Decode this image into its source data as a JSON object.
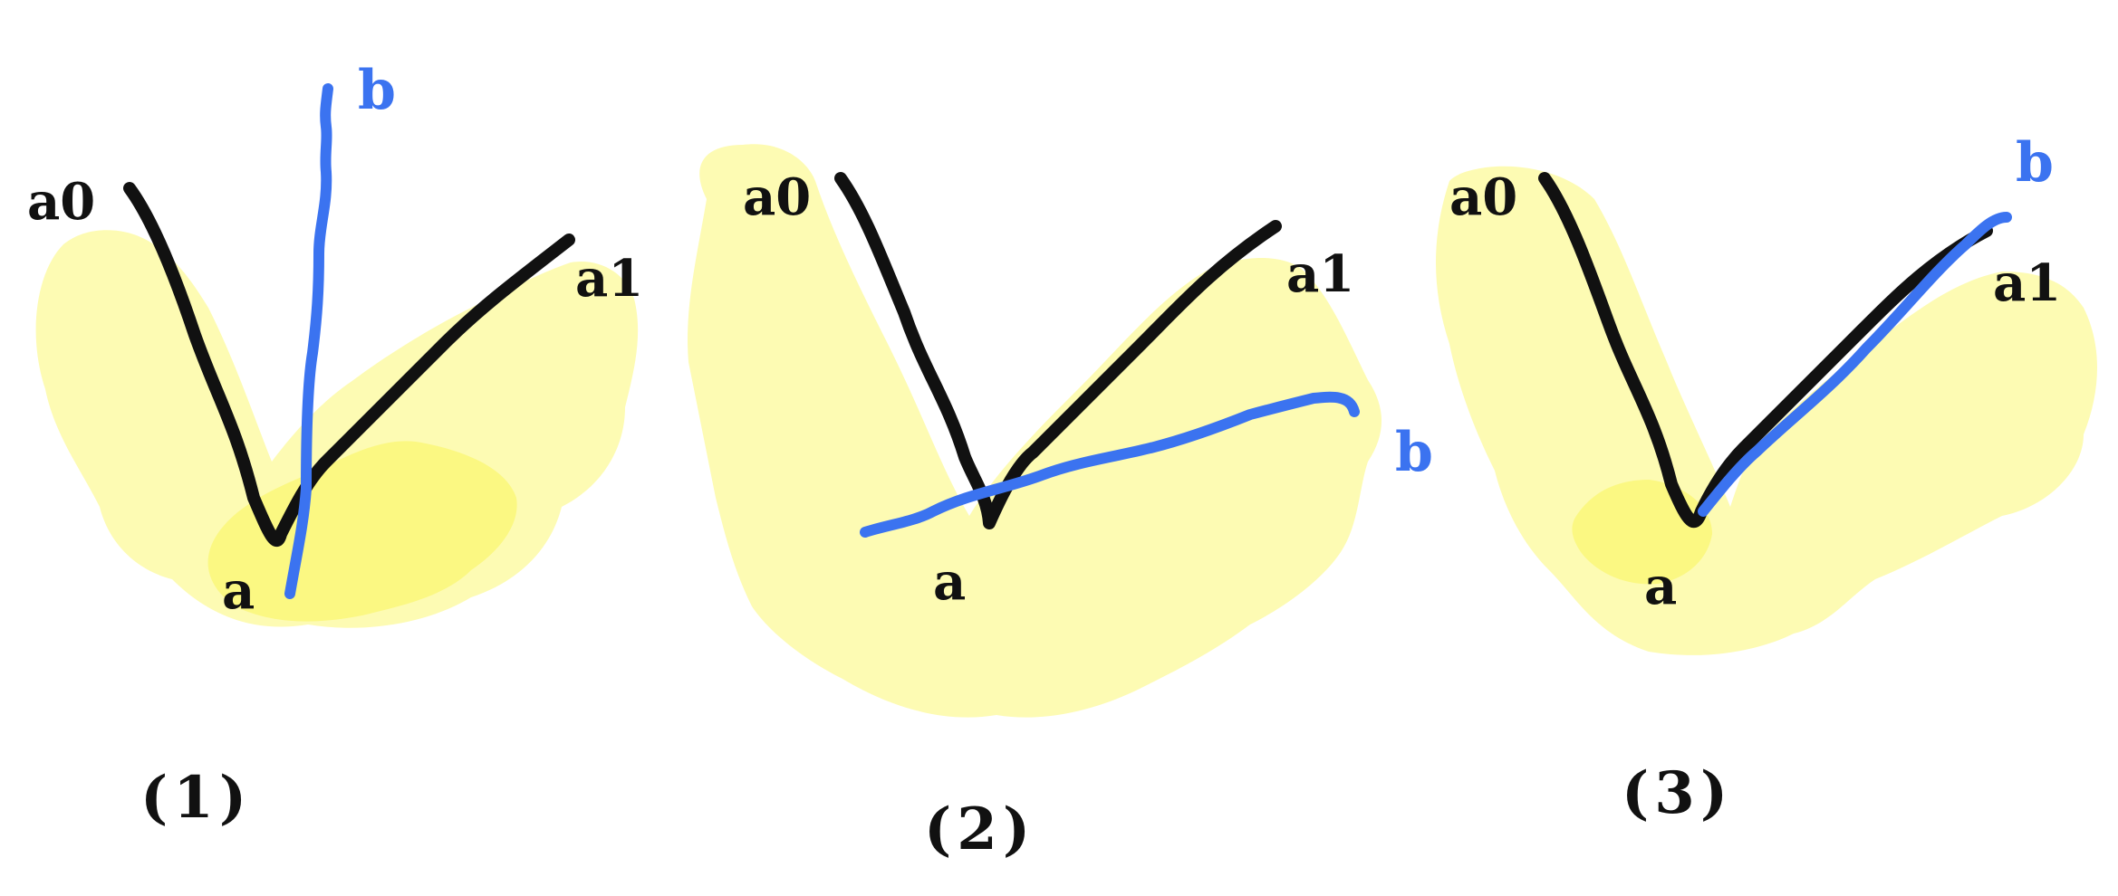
{
  "colors": {
    "highlight": "#fdfbb3",
    "highlight_dense": "#fbf882",
    "ink": "#111111",
    "blue": "#3b73f0"
  },
  "labels": {
    "a": "a",
    "a0": "a0",
    "a1": "a1",
    "b": "b"
  },
  "panels": [
    {
      "caption": "(1)",
      "a_label": "a",
      "a0_label": "a0",
      "a1_label": "a1",
      "b_label": "b"
    },
    {
      "caption": "(2)",
      "a_label": "a",
      "a0_label": "a0",
      "a1_label": "a1",
      "b_label": "b"
    },
    {
      "caption": "(3)",
      "a_label": "a",
      "a0_label": "a0",
      "a1_label": "a1",
      "b_label": "b"
    }
  ]
}
